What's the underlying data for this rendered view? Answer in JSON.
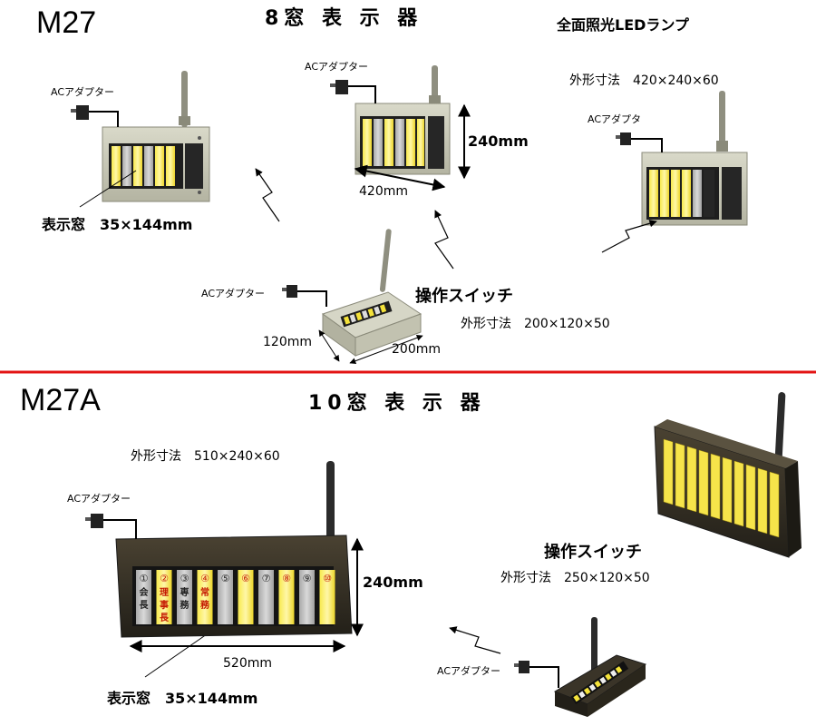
{
  "colors": {
    "divider": "#e31414",
    "panel_gray": "#c9c9b8",
    "panel_dark": "#2e2a1f",
    "lamp_yellow": "#f4e23a",
    "lamp_gray": "#bdbdbd",
    "bronze": "#4a4232"
  },
  "icons": [
    "ac-adapter-icon",
    "antenna-icon",
    "wireless-signal-icon",
    "dimension-arrow-icon"
  ],
  "m27": {
    "model": "M27",
    "title": "8窓 表 示 器",
    "led_label": "全面照光LEDランプ",
    "ac_labels": [
      "ACアダプター",
      "ACアダプター",
      "ACアダプタ",
      "ACアダプター"
    ],
    "outer_dims": "外形寸法　420×240×60",
    "window_size": "表示窓　35×144mm",
    "height": "240mm",
    "width": "420mm",
    "switch_title": "操作スイッチ",
    "switch_dims": "外形寸法　200×120×50",
    "switch_width": "200mm",
    "switch_depth": "120mm"
  },
  "m27a": {
    "model": "M27A",
    "title": "10窓 表 示 器",
    "outer_dims": "外形寸法　510×240×60",
    "ac_labels": [
      "ACアダプター",
      "ACアダプター"
    ],
    "height": "240mm",
    "width": "520mm",
    "window_size": "表示窓　35×144mm",
    "switch_title": "操作スイッチ",
    "switch_dims": "外形寸法　250×120×50",
    "windows": [
      {
        "num": "①",
        "chars": [
          "会",
          "長"
        ],
        "lit": false
      },
      {
        "num": "②",
        "chars": [
          "理",
          "事",
          "長"
        ],
        "lit": true
      },
      {
        "num": "③",
        "chars": [
          "専",
          "務"
        ],
        "lit": false
      },
      {
        "num": "④",
        "chars": [
          "常",
          "務"
        ],
        "lit": true
      },
      {
        "num": "⑤",
        "chars": [],
        "lit": false
      },
      {
        "num": "⑥",
        "chars": [],
        "lit": true
      },
      {
        "num": "⑦",
        "chars": [],
        "lit": false
      },
      {
        "num": "⑧",
        "chars": [],
        "lit": true
      },
      {
        "num": "⑨",
        "chars": [],
        "lit": false
      },
      {
        "num": "⑩",
        "chars": [],
        "lit": true
      }
    ]
  }
}
